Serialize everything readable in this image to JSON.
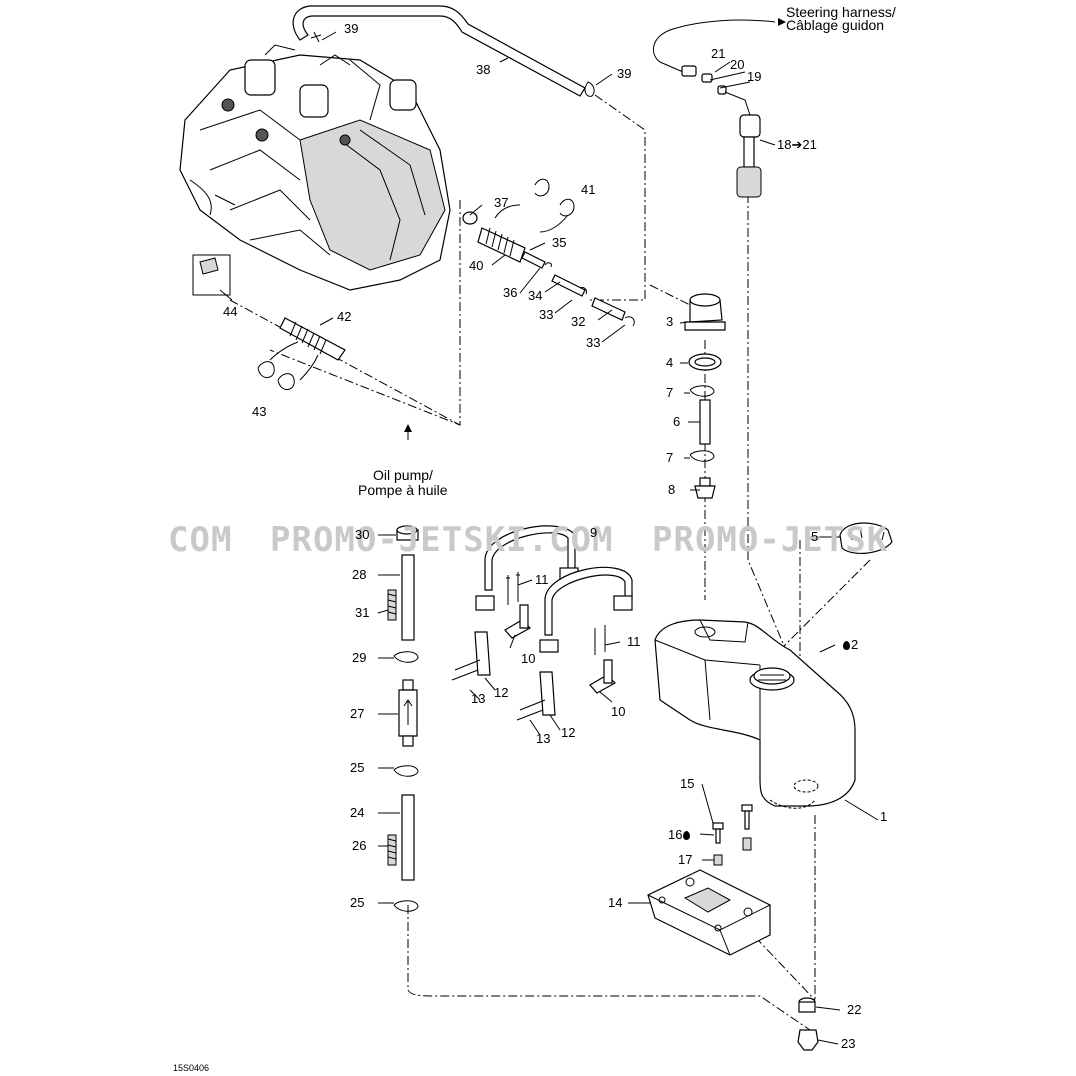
{
  "diagram": {
    "captions": {
      "steering_harness": "Steering harness/",
      "steering_harness_fr": "Câblage guidon",
      "oil_pump": "Oil pump/",
      "oil_pump_fr": "Pompe à huile",
      "drawing_code": "15S0406"
    },
    "watermark": {
      "left": "COM",
      "mid": "PROMO-JETSKI.COM",
      "right": "PROMO-JETSK"
    },
    "callouts": {
      "c39a": "39",
      "c39b": "39",
      "c38": "38",
      "c21": "21",
      "c20": "20",
      "c19": "19",
      "c18": "18➔21",
      "c37": "37",
      "c41": "41",
      "c35": "35",
      "c40": "40",
      "c36": "36",
      "c34": "34",
      "c33a": "33",
      "c32": "32",
      "c33b": "33",
      "c3": "3",
      "c4": "4",
      "c7a": "7",
      "c6": "6",
      "c7b": "7",
      "c8": "8",
      "c44": "44",
      "c42": "42",
      "c43": "43",
      "c30": "30",
      "c9": "9",
      "c5": "5",
      "c28": "28",
      "c31": "31",
      "c11a": "11",
      "c11b": "11",
      "c29": "29",
      "c10a": "10",
      "c2": "2",
      "c12a": "12",
      "c13a": "13",
      "c10b": "10",
      "c27": "27",
      "c13b": "13",
      "c12b": "12",
      "c25a": "25",
      "c24": "24",
      "c26": "26",
      "c25b": "25",
      "c1": "1",
      "c15": "15",
      "c16": "16",
      "c17": "17",
      "c14": "14",
      "c22": "22",
      "c23": "23"
    }
  }
}
